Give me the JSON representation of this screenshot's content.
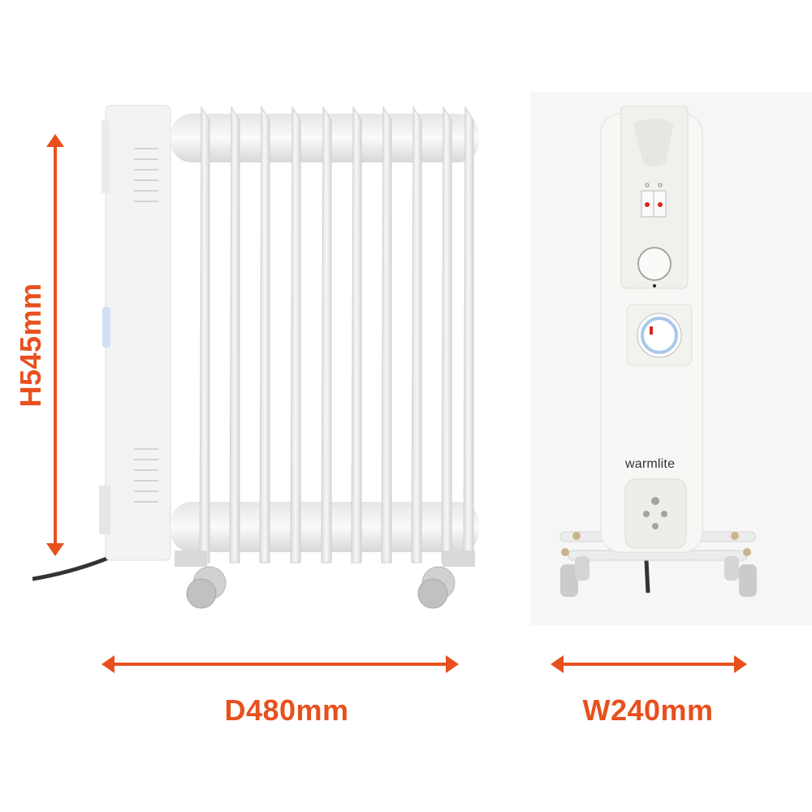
{
  "product": {
    "brand": "warmlite",
    "type": "oil-filled radiator",
    "fin_count": 10
  },
  "dimensions": {
    "height": {
      "label": "H545mm",
      "value_mm": 545
    },
    "depth": {
      "label": "D480mm",
      "value_mm": 480
    },
    "width": {
      "label": "W240mm",
      "value_mm": 240
    }
  },
  "colors": {
    "accent": "#e8501e",
    "body": "#f2f2f2",
    "panel_bg": "#f6f6f6",
    "caster": "#c9cbcd",
    "timer_ring": "#a9c8ea",
    "indicator": "#d8261c"
  },
  "views": [
    {
      "name": "side-view",
      "caption": "D480mm"
    },
    {
      "name": "front-view",
      "caption": "W240mm"
    }
  ]
}
